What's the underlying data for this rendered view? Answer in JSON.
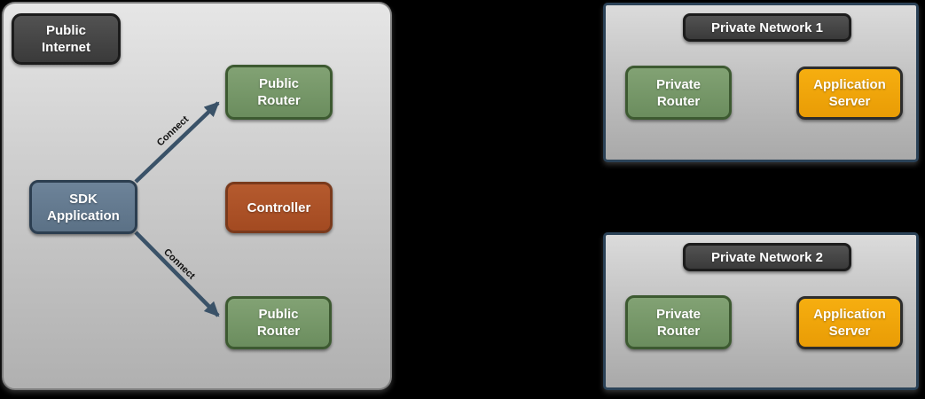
{
  "diagram": {
    "public_internet": {
      "title": "Public Internet",
      "nodes": {
        "sdk_application": "SDK Application",
        "public_router_top": "Public Router",
        "controller": "Controller",
        "public_router_bottom": "Public Router"
      },
      "edges": [
        {
          "from": "sdk_application",
          "to": "public_router_top",
          "label": "Connect"
        },
        {
          "from": "sdk_application",
          "to": "public_router_bottom",
          "label": "Connect"
        }
      ]
    },
    "private_networks": [
      {
        "title": "Private Network 1",
        "nodes": {
          "private_router": "Private Router",
          "application_server": "Application Server"
        }
      },
      {
        "title": "Private Network 2",
        "nodes": {
          "private_router": "Private Router",
          "application_server": "Application Server"
        }
      }
    ]
  },
  "colors": {
    "canvas_background": "#000000",
    "zone_fill_top": "#e6e6e6",
    "zone_fill_bottom": "#b0b0b0",
    "public_zone_border": "#7d7d7d",
    "private_network_border": "#2b4257",
    "dark_badge_fill": "#434343",
    "dark_badge_border": "#1c1c1c",
    "sdk_application_fill": "#64798e",
    "sdk_application_border": "#2c3e50",
    "router_fill": "#76996a",
    "router_border": "#3d5a31",
    "controller_fill": "#ad5128",
    "controller_border": "#7a3a1c",
    "application_server_fill": "#f0a30b",
    "application_server_border": "#2d2d2d",
    "arrow": "#3a5268",
    "edge_label_text": "#111111",
    "node_text": "#ffffff"
  }
}
